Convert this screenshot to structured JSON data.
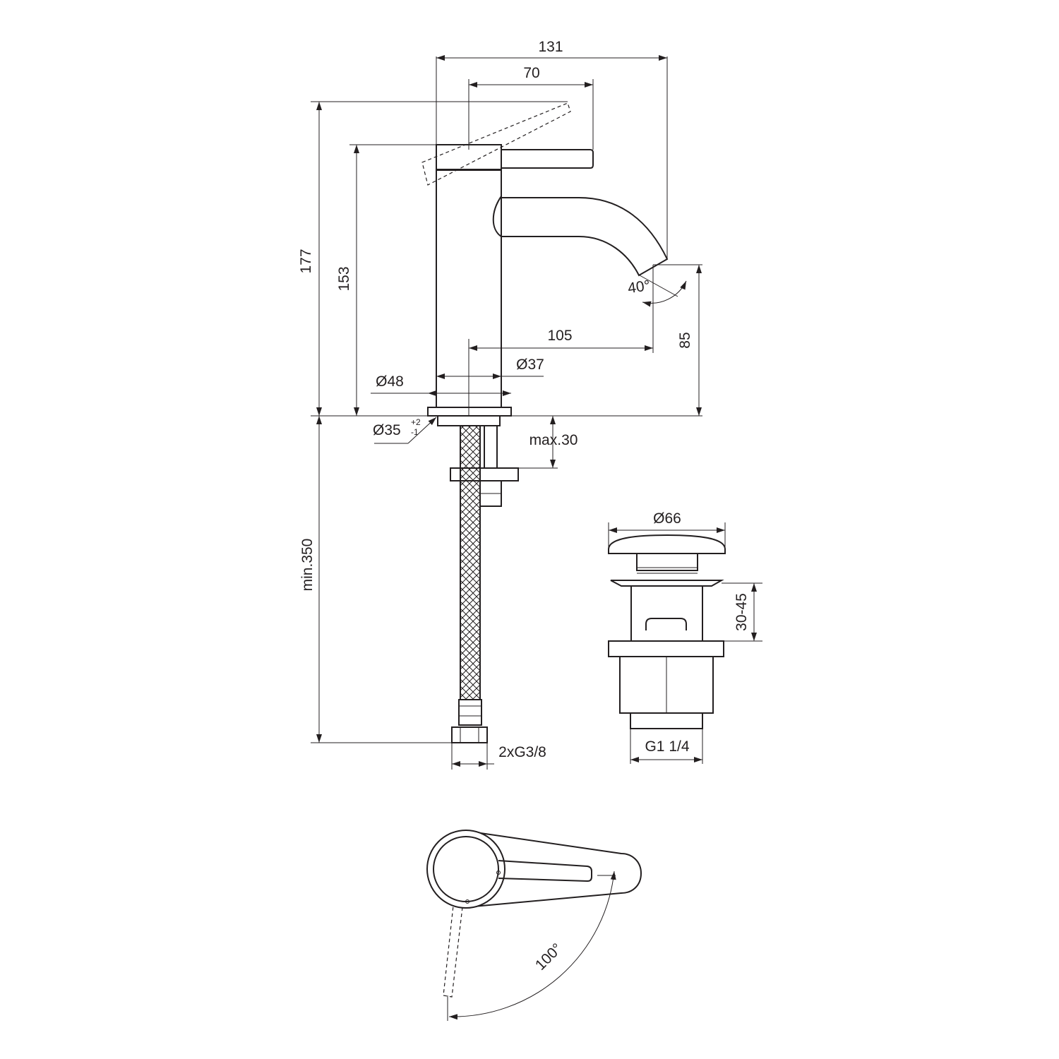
{
  "drawing": {
    "title": "",
    "dimensions": {
      "overall_width": "131",
      "lever_length": "70",
      "overall_height": "177",
      "body_height": "153",
      "spout_height": "85",
      "spout_reach": "105",
      "body_diameter": "Ø37",
      "base_diameter": "Ø48",
      "hole_diameter": "Ø35",
      "hole_tolerance_plus": "+2",
      "hole_tolerance_minus": "-1",
      "max_deck": "max.30",
      "min_hose": "min.350",
      "connections": "2xG3/8",
      "waste_top_diameter": "Ø66",
      "waste_range": "30-45",
      "waste_thread": "G1 1/4",
      "spout_angle": "40°",
      "lever_rotation": "100°"
    }
  }
}
